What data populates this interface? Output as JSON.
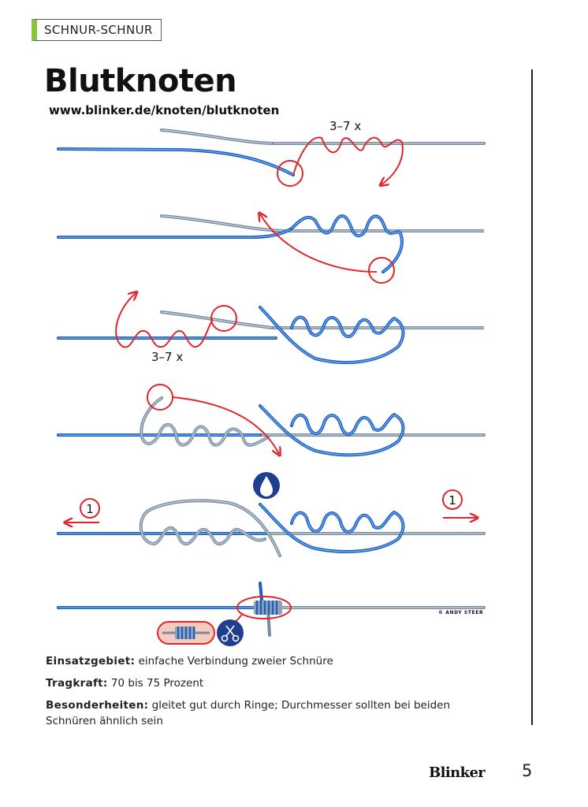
{
  "header": {
    "section_label": "SCHNUR-SCHNUR"
  },
  "article": {
    "title": "Blutknoten",
    "url": "www.blinker.de/knoten/blutknoten"
  },
  "diagram": {
    "wrap_count_label_1": "3–7 x",
    "wrap_count_label_2": "3–7 x",
    "pull_marker_left": "1",
    "pull_marker_right": "1",
    "credit": "© ANDY STEER",
    "icons": [
      "water-drop-icon",
      "scissors-icon"
    ],
    "colors": {
      "line_blue": "#1a5fbf",
      "line_grey": "#7a8ca0",
      "arrow_red": "#e0262b",
      "icon_navy": "#1e3f8f"
    }
  },
  "info": {
    "usage_label": "Einsatzgebiet:",
    "usage_text": " einfache Verbindung zweier Schnüre",
    "strength_label": "Tragkraft:",
    "strength_text": " 70 bis 75 Prozent",
    "special_label": "Besonderheiten:",
    "special_text": " gleitet gut durch Ringe; Durchmesser sollten bei beiden Schnüren ähnlich sein"
  },
  "footer": {
    "brand": "Blinker",
    "page_number": "5"
  }
}
